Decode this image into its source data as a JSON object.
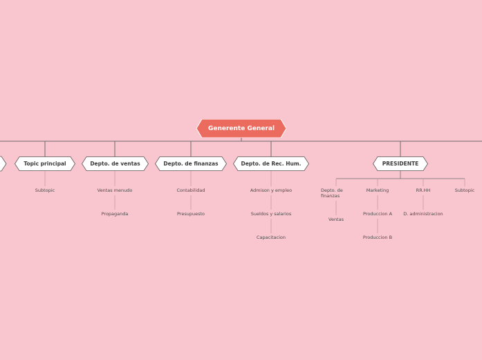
{
  "root": {
    "label": "Generente General"
  },
  "departments": [
    {
      "id": "topic",
      "label": "Topic principal",
      "children": [
        "Subtopic"
      ]
    },
    {
      "id": "ventas",
      "label": "Depto. de ventas",
      "children": [
        "Ventas menudo",
        "Propaganda"
      ]
    },
    {
      "id": "finanzas",
      "label": "Depto. de finanzas",
      "children": [
        "Contabilidad",
        "Presupuesto"
      ]
    },
    {
      "id": "rechum",
      "label": "Depto. de Rec. Hum.",
      "children": [
        "Admison y empleo",
        "Sueldos y salarios",
        "Capacitacion"
      ]
    },
    {
      "id": "presidente",
      "label": "PRESIDENTE",
      "children": [
        {
          "label": "Depto. de finanzas",
          "children": [
            "Ventas"
          ]
        },
        {
          "label": "Marketing",
          "children": [
            "Produccion A",
            "Produccion B"
          ]
        },
        {
          "label": "RR.HH",
          "children": [
            "D. administracion"
          ]
        },
        {
          "label": "Subtopic",
          "children": []
        }
      ]
    }
  ],
  "colors": {
    "background": "#f9c6cf",
    "root_fill": "#ec6b5f",
    "node_fill": "#ffffff",
    "line": "#6b6b6b"
  }
}
